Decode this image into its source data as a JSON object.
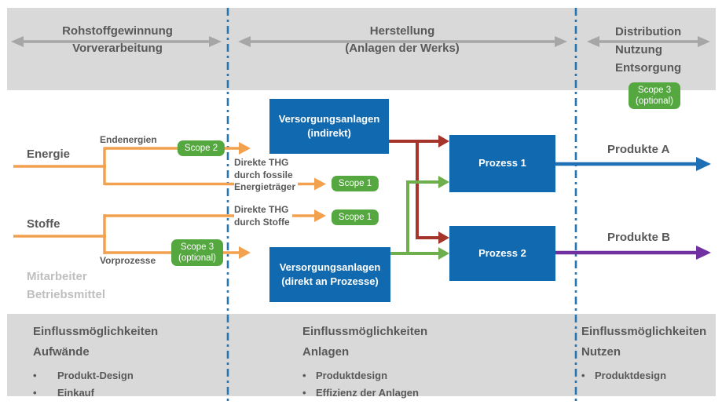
{
  "colors": {
    "band_gray": "#D9D9D9",
    "text_dark_gray": "#595959",
    "text_muted_gray": "#BFBFBF",
    "phase_arrow_gray": "#A6A6A6",
    "flow_orange": "#F2A14F",
    "badge_green": "#55A83F",
    "arrow_green": "#6FAE4C",
    "arrow_dark_red": "#A5352B",
    "box_blue": "#1169B0",
    "product_a_blue": "#1F6FB5",
    "product_b_purple": "#7030A0",
    "dashed_line_blue": "#2476B2"
  },
  "phases": [
    {
      "label": "Rohstoffgewinnung\nVorverarbeitung"
    },
    {
      "label": "Herstellung\n(Anlagen der Werks)"
    },
    {
      "label": "Distribution\nNutzung\nEntsorgung"
    }
  ],
  "inputs": {
    "energie": "Energie",
    "stoffe": "Stoffe",
    "mitarbeiter": "Mitarbeiter",
    "betriebsmittel": "Betriebsmittel"
  },
  "flow_labels": {
    "endenergien": "Endenergien",
    "fossile": "Direkte THG\ndurch fossile\nEnergieträger",
    "stoffe_thg": "Direkte THG\ndurch Stoffe",
    "vorprozesse": "Vorprozesse"
  },
  "badges": {
    "scope2": "Scope 2",
    "scope1_energie": "Scope 1",
    "scope1_stoffe": "Scope 1",
    "scope3_vorprozesse": "Scope 3\n(optional)",
    "scope3_distribution": "Scope 3\n(optional)"
  },
  "boxes": {
    "versorgung_indirekt": "Versorgungsanlagen\n(indirekt)",
    "versorgung_direkt": "Versorgungsanlagen\n(direkt an Prozesse)",
    "prozess1": "Prozess 1",
    "prozess2": "Prozess 2"
  },
  "outputs": {
    "produkte_a": "Produkte A",
    "produkte_b": "Produkte B"
  },
  "footer": {
    "columns": [
      {
        "heading": "Einflussmöglichkeiten\nAufwände",
        "bullets": [
          "Produkt-Design",
          "Einkauf"
        ]
      },
      {
        "heading": "Einflussmöglichkeiten\nAnlagen",
        "bullets": [
          "Produktdesign",
          "Effizienz der Anlagen"
        ]
      },
      {
        "heading": "Einflussmöglichkeiten\nNutzen",
        "bullets": [
          "Produktdesign"
        ]
      }
    ]
  }
}
